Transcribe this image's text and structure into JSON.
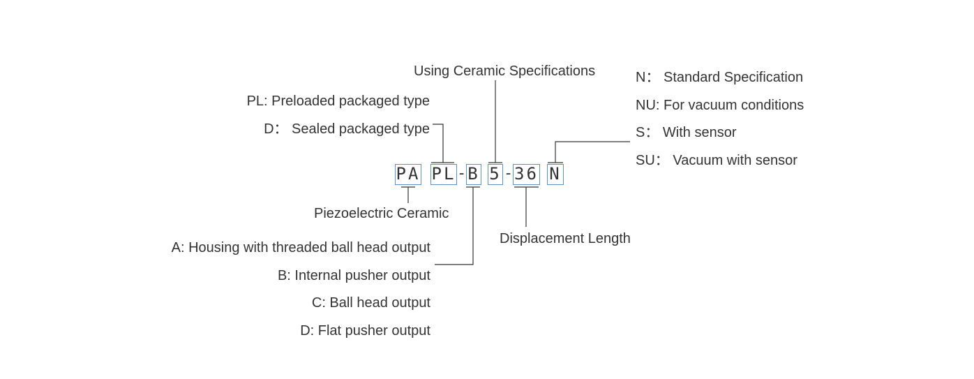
{
  "model_code": {
    "prefix": "PA",
    "type": "PL",
    "sep1": "-",
    "output": "B",
    "spec": "5",
    "sep2": "-",
    "length": "36",
    "variant": "N"
  },
  "labels": {
    "piezo": "Piezoelectric Ceramic",
    "type_pl": "PL: Preloaded packaged type",
    "type_d": "D： Sealed packaged type",
    "ceramic_spec": "Using Ceramic Specifications",
    "variant_n": "N： Standard Specification",
    "variant_nu": "NU: For vacuum conditions",
    "variant_s": "S： With sensor",
    "variant_su": "SU： Vacuum with sensor",
    "length": "Displacement Length",
    "output_a": "A: Housing with threaded ball head output",
    "output_b": "B: Internal pusher output",
    "output_c": "C: Ball head output",
    "output_d": "D: Flat pusher output"
  },
  "colors": {
    "box_border": "#5b8fc7",
    "line": "#333333",
    "text": "#333333"
  }
}
